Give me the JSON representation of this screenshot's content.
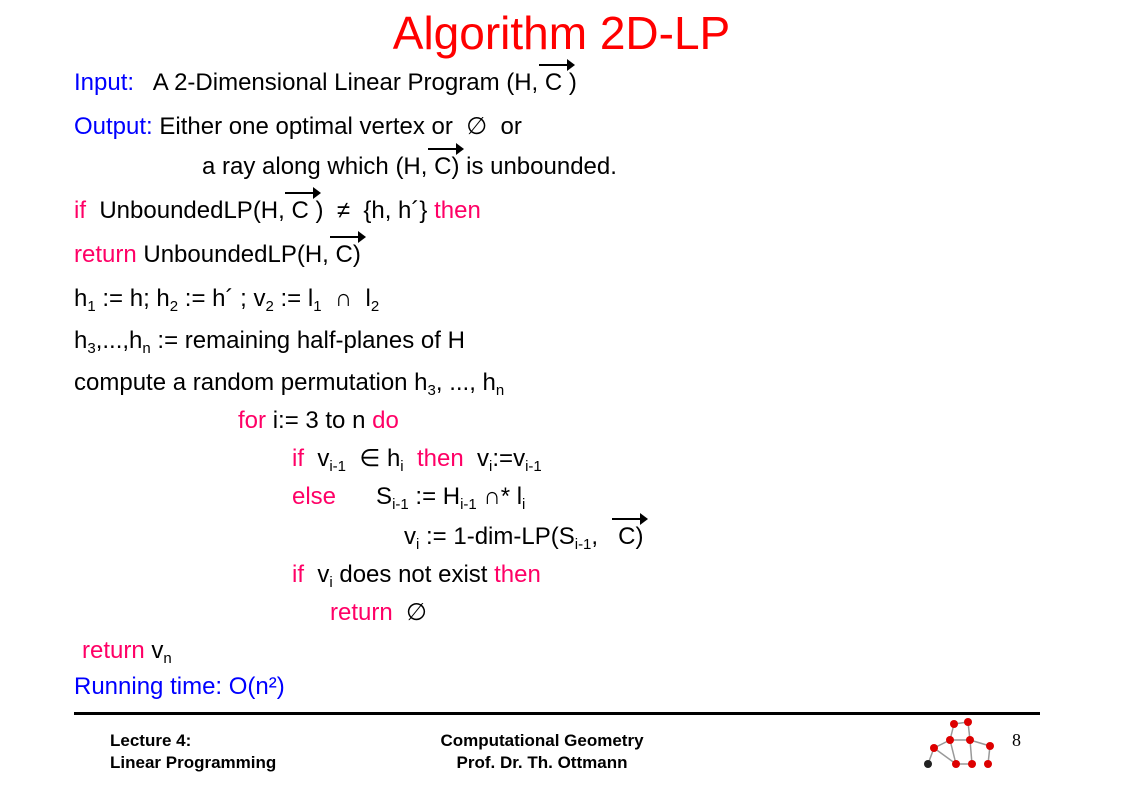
{
  "title": "Algorithm 2D-LP",
  "input": {
    "label": "Input:",
    "text": "A 2-Dimensional Linear Program (H,",
    "vec": "C",
    "close": ")"
  },
  "output": {
    "label": "Output:",
    "text": "Either one optimal vertex or",
    "empty": "∅",
    "or": "or",
    "line2a": "a ray along which  (H,",
    "vec": "C",
    "line2b": ") is unbounded."
  },
  "code": {
    "if1": {
      "kw_if": "if",
      "a": "UnboundedLP(H,",
      "vec": "C",
      "b": ")",
      "neq": "≠",
      "c": "{h, h´}",
      "kw_then": "then"
    },
    "ret1": {
      "kw_return": "return",
      "a": "UnboundedLP(H,",
      "vec": "C",
      "b": ")"
    },
    "init": {
      "a": "h",
      "s1": "1",
      "b": ":= h; h",
      "s2": "2",
      "c": ":= h´ ; v",
      "s3": "2",
      "d": ":= l",
      "s4": "1",
      "cap": "∩",
      "e": "l",
      "s5": "2"
    },
    "rem": {
      "a": "h",
      "s1": "3",
      "b": ",...,h",
      "s2": "n",
      "c": ":= remaining half-planes of H"
    },
    "perm": {
      "a": "compute a random permutation h",
      "s1": "3",
      "b": ", ..., h",
      "s2": "n"
    },
    "for": {
      "kw_for": "for",
      "a": "i:= 3 to n",
      "kw_do": "do"
    },
    "if2": {
      "kw_if": "if",
      "a": "v",
      "s1": "i-1",
      "in": "∈",
      "b": "h",
      "s2": "i",
      "kw_then": "then",
      "c": "v",
      "s3": "i",
      "d": ":=v",
      "s4": "i-1"
    },
    "else": {
      "kw_else": "else",
      "a": "S",
      "s1": "i-1",
      "b": ":= H",
      "s2": "i-1",
      "cap": "∩",
      "c": "* l",
      "s3": "i"
    },
    "vi": {
      "a": "v",
      "s1": "i",
      "b": ":= 1-dim-LP(S",
      "s2": "i-1",
      "c": ",",
      "vec": "C",
      "d": ")"
    },
    "if3": {
      "kw_if": "if",
      "a": "v",
      "s1": "i",
      "b": "does not exist",
      "kw_then": "then"
    },
    "ret2": {
      "kw_return": "return",
      "empty": "∅"
    },
    "ret3": {
      "kw_return": "return",
      "a": "v",
      "s1": "n"
    }
  },
  "running_time": "Running time: O(n²)",
  "footer": {
    "left1": "Lecture 4:",
    "left2": "Linear Programming",
    "center1": "Computational Geometry",
    "center2": "Prof. Dr. Th. Ottmann",
    "page": "8"
  },
  "colors": {
    "title": "#ff0000",
    "label": "#0000ff",
    "keyword": "#ff0066",
    "text": "#000000"
  }
}
